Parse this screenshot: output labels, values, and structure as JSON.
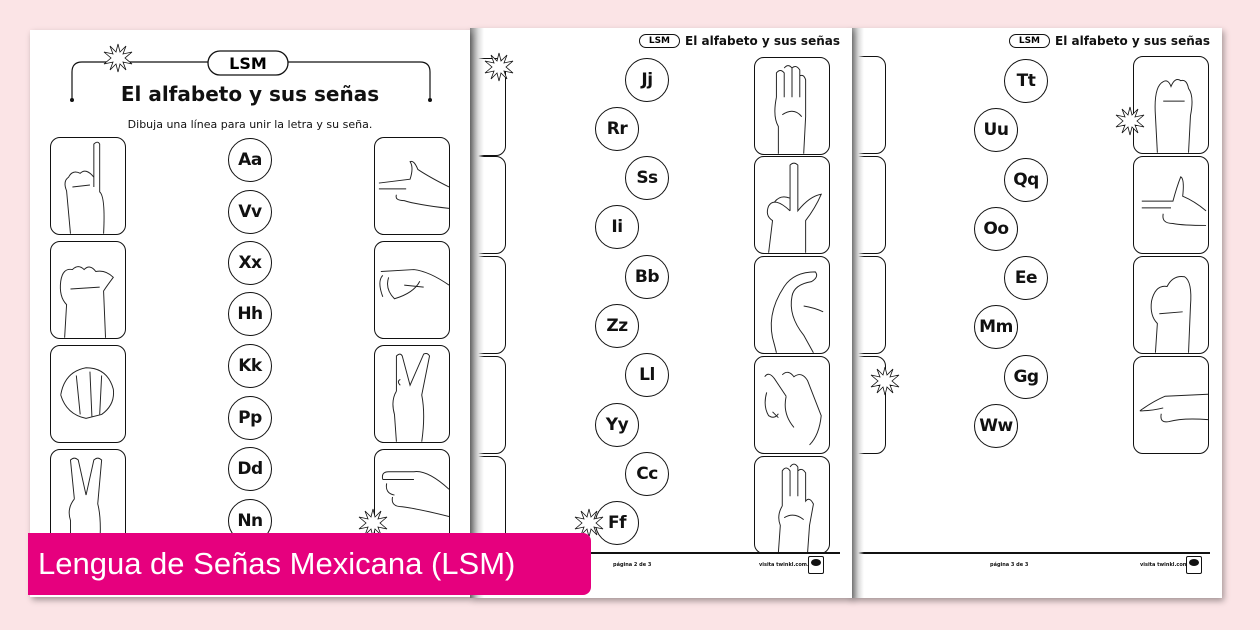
{
  "colors": {
    "background": "#fbe4e6",
    "banner": "#e6007e",
    "ink": "#111111"
  },
  "banner": {
    "text": "Lengua de Señas Mexicana (LSM)"
  },
  "pages": [
    {
      "id": "page-1",
      "badge": "LSM",
      "title": "El alfabeto y sus señas",
      "instruction": "Dibuja una línea para unir la letra y su seña.",
      "letters": [
        "Aa",
        "Vv",
        "Xx",
        "Hh",
        "Kk",
        "Pp",
        "Dd",
        "Nn"
      ],
      "left_cards": [
        "sign-l-icon",
        "sign-y-icon",
        "sign-o-icon",
        "sign-v-icon"
      ],
      "right_cards": [
        "sign-g-icon",
        "sign-x-icon",
        "sign-k-icon",
        "sign-p-icon"
      ]
    },
    {
      "id": "page-2",
      "badge": "LSM",
      "title": "El alfabeto y sus señas",
      "letters": [
        "Jj",
        "Rr",
        "Ss",
        "Ii",
        "Bb",
        "Zz",
        "Ll",
        "Yy",
        "Cc",
        "Ff"
      ],
      "right_cards": [
        "sign-b-icon",
        "sign-l-icon",
        "sign-c-icon",
        "sign-j-icon",
        "sign-f-icon"
      ],
      "footer": {
        "page": "página 2 de 3",
        "site": "visita twinkl.com.mx"
      }
    },
    {
      "id": "page-3",
      "badge": "LSM",
      "title": "El alfabeto y sus señas",
      "letters": [
        "Tt",
        "Uu",
        "Qq",
        "Oo",
        "Ee",
        "Mm",
        "Gg",
        "Ww"
      ],
      "right_cards": [
        "sign-t-icon",
        "sign-g-icon",
        "sign-e-icon",
        "sign-h-icon"
      ],
      "footer": {
        "page": "página 3 de 3",
        "site": "visita twinkl.com.mx"
      }
    }
  ]
}
